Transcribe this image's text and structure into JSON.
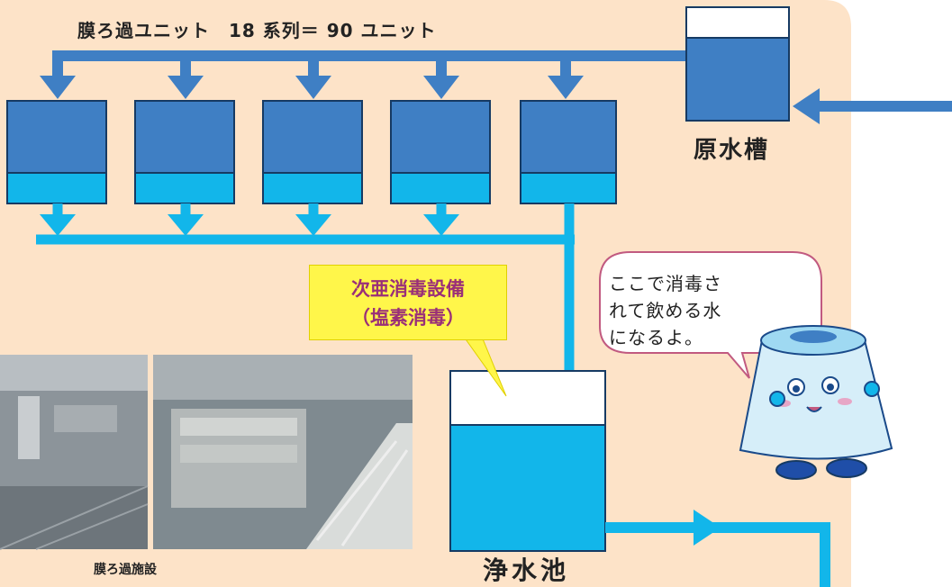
{
  "diagram": {
    "title": "膜ろ過ユニット　18 系列＝ 90 ユニット",
    "raw_tank_label": "原水槽",
    "clear_tank_label": "浄水池",
    "callout_line1": "次亜消毒設備",
    "callout_line2": "（塩素消毒）",
    "bubble_line1": "ここで消毒さ",
    "bubble_line2": "れて飲める水",
    "bubble_line3": "になるよ。",
    "photo_caption": "膜ろ過施設"
  },
  "colors": {
    "background_panel": "#fde3c8",
    "pipe_raw": "#3f7fc4",
    "pipe_clean": "#12b6ea",
    "tank_dark": "#3f7fc4",
    "tank_light": "#12b6ea",
    "callout_fill": "#fff64a",
    "callout_text": "#9a2f78"
  }
}
